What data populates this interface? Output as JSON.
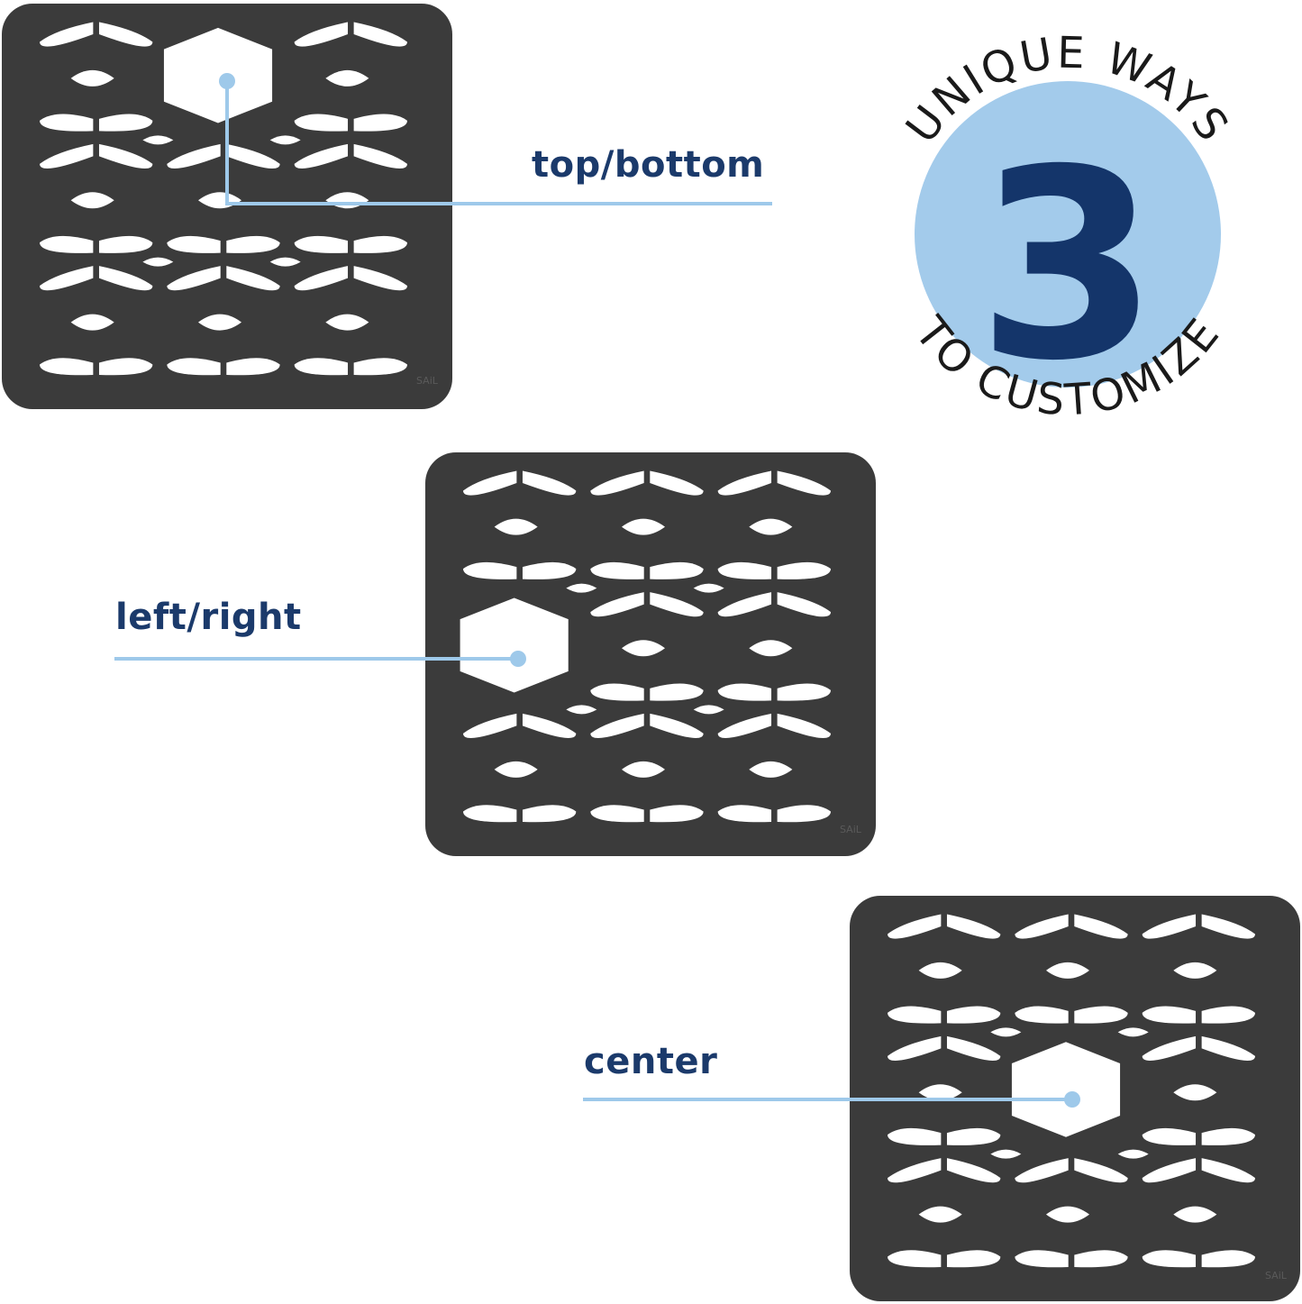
{
  "badge": {
    "number": "3",
    "top_arc_text": "UNIQUE WAYS",
    "bottom_arc_text": "TO CUSTOMIZE"
  },
  "mats": [
    {
      "id": "top-bottom",
      "label": "top/bottom",
      "mark": "SAiL"
    },
    {
      "id": "left-right",
      "label": "left/right",
      "mark": "SAiL"
    },
    {
      "id": "center",
      "label": "center",
      "mark": "SAiL"
    }
  ],
  "colors": {
    "mat": "#3b3b3b",
    "label_text": "#1b3a6b",
    "leader_line": "#9ec9ea",
    "badge_circle": "#a3cbeb",
    "badge_number": "#14356a",
    "badge_text": "#1a1a1a",
    "background": "#ffffff"
  }
}
